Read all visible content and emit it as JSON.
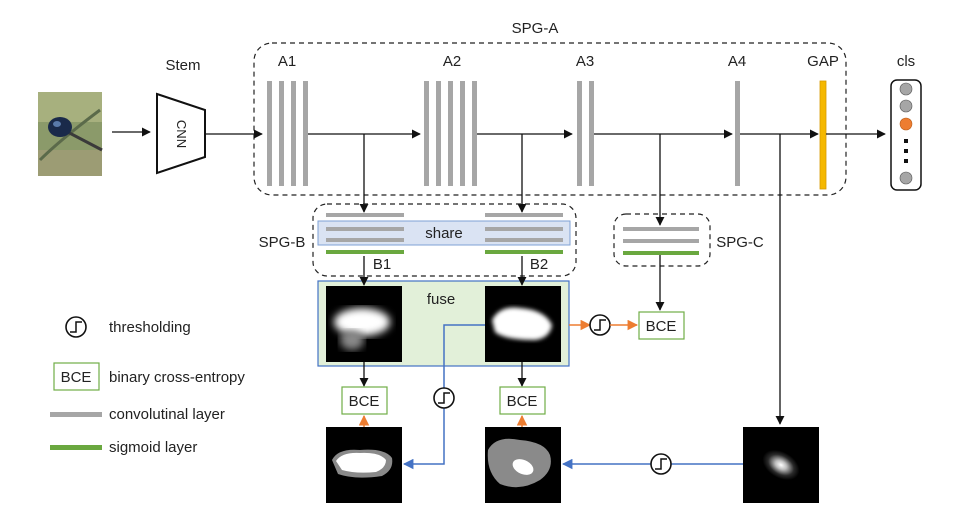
{
  "labels": {
    "spg_a": "SPG-A",
    "stem": "Stem",
    "cnn": "CNN",
    "a1": "A1",
    "a2": "A2",
    "a3": "A3",
    "a4": "A4",
    "gap": "GAP",
    "cls": "cls",
    "spg_b": "SPG-B",
    "spg_c": "SPG-C",
    "share": "share",
    "b1": "B1",
    "b2": "B2",
    "fuse": "fuse",
    "bce": "BCE"
  },
  "legend": {
    "thresholding": "thresholding",
    "bce_box": "BCE",
    "bce_text": "binary cross-entropy",
    "conv": "convolutinal layer",
    "sigmoid": "sigmoid layer"
  },
  "colors": {
    "conv_gray": "#a6a6a6",
    "sigmoid_green": "#6aa83f",
    "gap_yellow": "#f5b800",
    "orange_node": "#ed7d31",
    "blue_arrow": "#4472c4",
    "share_fill": "#dae3f3",
    "fuse_fill": "#e2f0d9",
    "bce_border": "#70ad47"
  },
  "icons": {
    "threshold": "step-function-icon",
    "input": "input-photo"
  }
}
